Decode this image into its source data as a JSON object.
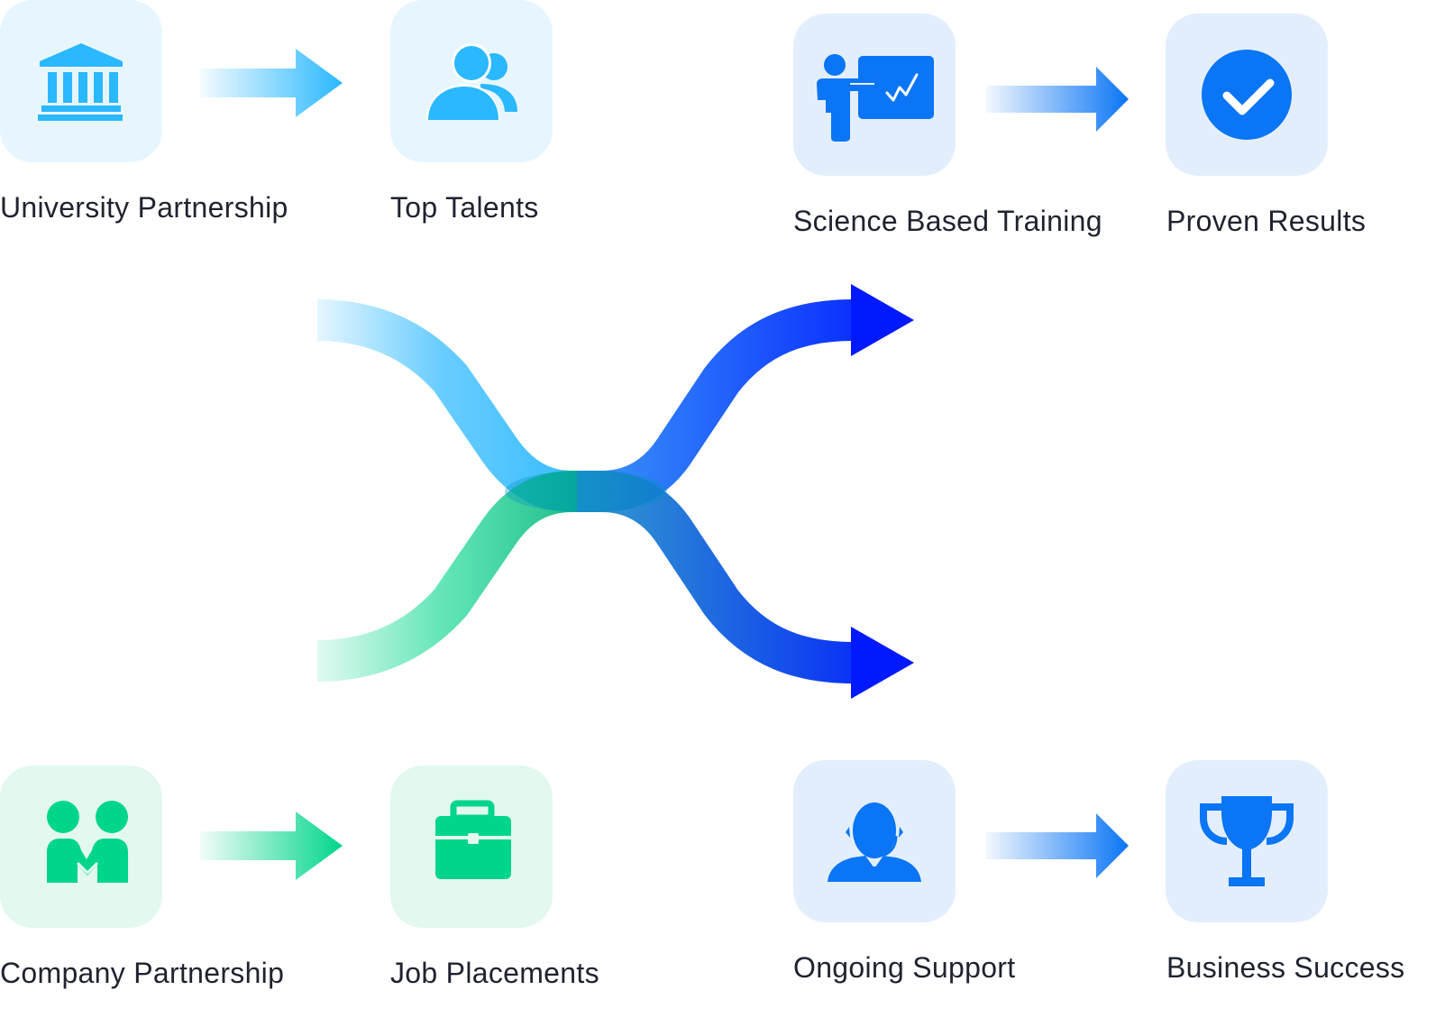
{
  "steps": {
    "university_partnership": {
      "label": "University Partnership",
      "icon": "university-building-icon"
    },
    "top_talents": {
      "label": "Top Talents",
      "icon": "people-group-icon"
    },
    "science_based_training": {
      "label": "Science Based Training",
      "icon": "presentation-trainer-icon"
    },
    "proven_results": {
      "label": "Proven Results",
      "icon": "check-circle-icon"
    },
    "company_partnership": {
      "label": "Company Partnership",
      "icon": "handshake-people-icon"
    },
    "job_placements": {
      "label": "Job Placements",
      "icon": "briefcase-icon"
    },
    "ongoing_support": {
      "label": "Ongoing Support",
      "icon": "support-agent-icon"
    },
    "business_success": {
      "label": "Business Success",
      "icon": "trophy-icon"
    }
  },
  "colors": {
    "sky": "#2ab8ff",
    "blue": "#0a75f5",
    "green": "#00d68a",
    "deep_blue": "#0019ff"
  }
}
